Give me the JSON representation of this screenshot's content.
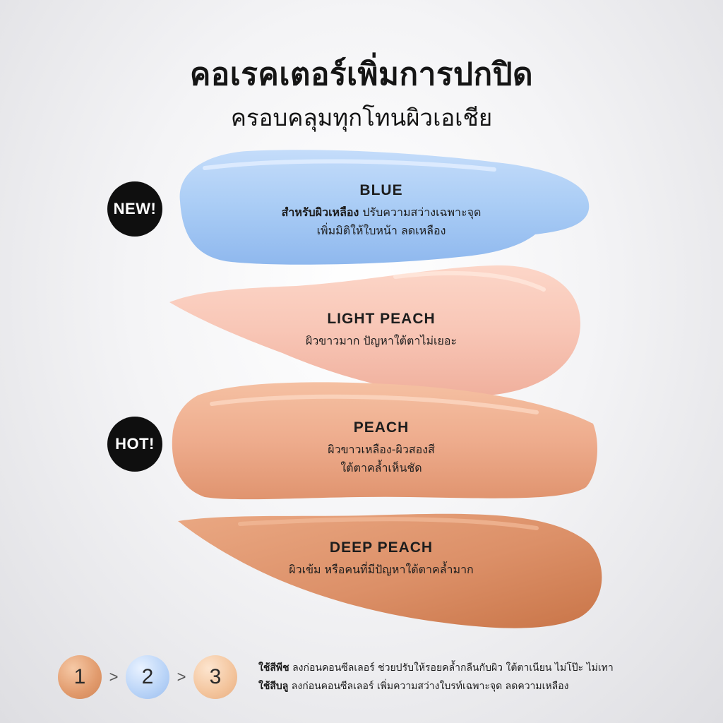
{
  "header": {
    "title": "คอเรคเตอร์เพิ่มการปกปิด",
    "subtitle": "ครอบคลุมทุกโทนผิวเอเชีย"
  },
  "badges": {
    "new": "NEW!",
    "hot": "HOT!"
  },
  "shades": [
    {
      "name": "BLUE",
      "desc_bold": "สำหรับผิวเหลือง",
      "desc_line1": " ปรับความสว่างเฉพาะจุด",
      "desc_line2": "เพิ่มมิติให้ใบหน้า ลดเหลือง",
      "color": "#a9ccf5"
    },
    {
      "name": "LIGHT PEACH",
      "desc_line1": "ผิวขาวมาก ปัญหาใต้ตาไม่เยอะ",
      "color": "#f8c6b6"
    },
    {
      "name": "PEACH",
      "desc_line1": "ผิวขาวเหลือง-ผิวสองสี",
      "desc_line2": "ใต้ตาคล้ำเห็นชัด",
      "color": "#eeac8d"
    },
    {
      "name": "DEEP PEACH",
      "desc_line1": "ผิวเข้ม หรือคนที่มีปัญหาใต้ตาคล้ำมาก",
      "color": "#dc9068"
    }
  ],
  "steps": {
    "items": [
      "1",
      "2",
      "3"
    ],
    "separator": ">"
  },
  "tips": {
    "line1_bold": "ใช้สีพีช",
    "line1_rest": " ลงก่อนคอนซีลเลอร์ ช่วยปรับให้รอยคล้ำกลืนกับผิว ใต้ตาเนียน ไม่โป๊ะ ไม่เทา",
    "line2_bold": "ใช้สีบลู",
    "line2_rest": " ลงก่อนคอนซีลเลอร์ เพิ่มความสว่างใบรท์เฉพาะจุด ลดความเหลือง"
  }
}
